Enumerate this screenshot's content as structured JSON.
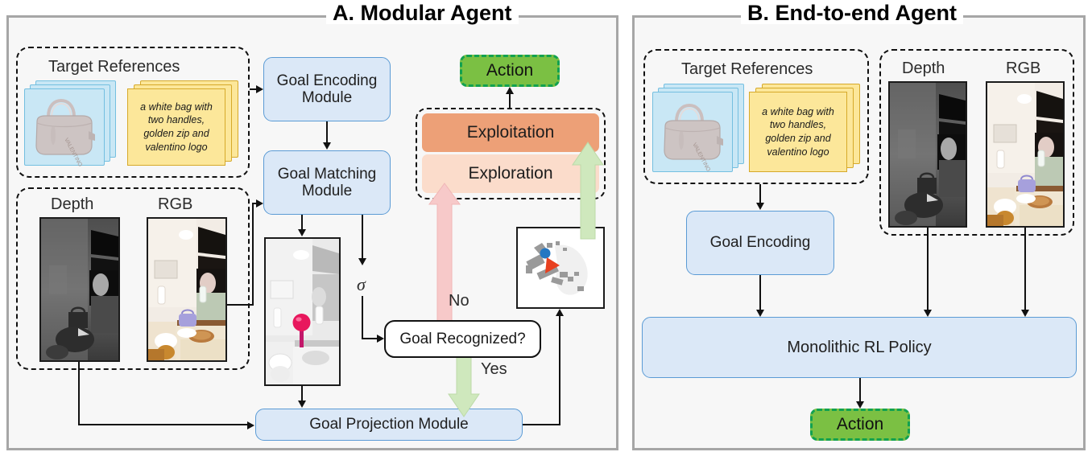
{
  "panels": {
    "a": {
      "title": "A. Modular Agent",
      "target_refs": {
        "heading": "Target References",
        "image_card_name": "handbag-photo-card",
        "text_card": "a white bag with two handles, golden zip and valentino logo"
      },
      "observations": {
        "depth_label": "Depth",
        "rgb_label": "RGB"
      },
      "modules": {
        "goal_encoding": "Goal Encoding Module",
        "goal_matching": "Goal Matching Module",
        "goal_projection": "Goal Projection Module"
      },
      "sigma_label": "σ",
      "decision": "Goal Recognized?",
      "branch_no": "No",
      "branch_yes": "Yes",
      "policy": {
        "exploitation": "Exploitation",
        "exploration": "Exploration"
      },
      "action": "Action",
      "egocentric_view_name": "egocentric-goal-view",
      "topdown_map_name": "top-down-occupancy-map"
    },
    "b": {
      "title": "B. End-to-end Agent",
      "target_refs": {
        "heading": "Target References",
        "image_card_name": "handbag-photo-card",
        "text_card": "a white bag with two handles, golden zip and valentino logo"
      },
      "observations": {
        "depth_label": "Depth",
        "rgb_label": "RGB"
      },
      "modules": {
        "goal_encoding": "Goal Encoding",
        "policy": "Monolithic RL Policy"
      },
      "action": "Action"
    }
  },
  "colors": {
    "panel_bg": "#f7f7f7",
    "panel_border": "#a6a6a6",
    "module_fill": "#dbe8f7",
    "module_stroke": "#5b9bd5",
    "action_fill": "#7bc043",
    "action_stroke": "#12a150",
    "exploitation": "#eda077",
    "exploration": "#fbdccb",
    "image_card": "#c9e7f5",
    "text_card": "#fce79a",
    "text_card_stroke": "#d6a92a",
    "no_arrow": "#f7c9c9",
    "yes_arrow": "#cfe8bd",
    "goal_marker": "#e8175d"
  }
}
